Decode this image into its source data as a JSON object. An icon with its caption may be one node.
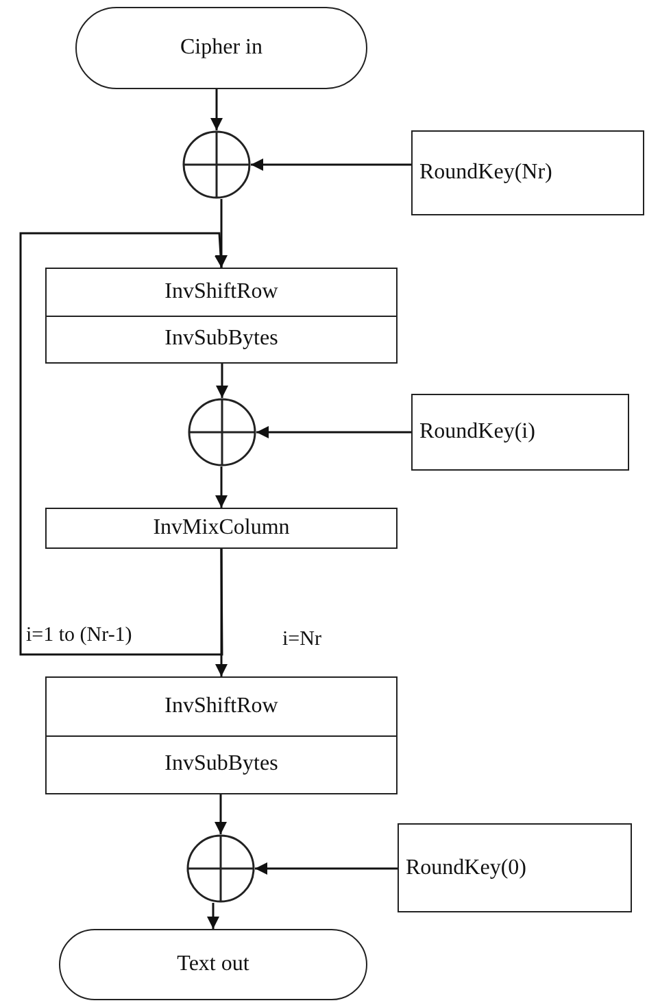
{
  "diagram": {
    "nodes": [
      {
        "text": [
          "Cipher in"
        ]
      },
      {
        "text": [],
        "shape": "circle"
      },
      {
        "text": [
          "RoundKey(Nr)"
        ]
      },
      {
        "text": [
          "InvShiftRow",
          "InvSubBytes"
        ]
      },
      {
        "text": [],
        "shape": "circle"
      },
      {
        "text": [
          "RoundKey(i)"
        ]
      },
      {
        "text": [
          "InvMixColumn"
        ]
      },
      {
        "text": [
          "InvShiftRow",
          "InvSubBytes"
        ]
      },
      {
        "text": [],
        "shape": "circle"
      },
      {
        "text": [
          "RoundKey(0)"
        ]
      },
      {
        "text": [
          "Text out"
        ]
      }
    ],
    "edges": [
      {
        "from": 0,
        "to": 1,
        "arrow": "to"
      },
      {
        "from": 2,
        "to": 1,
        "arrow": "to"
      },
      {
        "from": 1,
        "to": 3,
        "arrow": "to"
      },
      {
        "from": 3,
        "to": 4,
        "arrow": "to"
      },
      {
        "from": 5,
        "to": 4,
        "arrow": "to"
      },
      {
        "from": 4,
        "to": 6,
        "arrow": "to"
      },
      {
        "from": 6,
        "to": 3,
        "arrow": "to",
        "label": "i=1  to (Nr-1)"
      },
      {
        "from": 6,
        "to": 7,
        "arrow": "to",
        "label": "i=Nr"
      },
      {
        "from": 7,
        "to": 8,
        "arrow": "to"
      },
      {
        "from": 9,
        "to": 8,
        "arrow": "to"
      },
      {
        "from": 8,
        "to": 10,
        "arrow": "to"
      }
    ]
  }
}
